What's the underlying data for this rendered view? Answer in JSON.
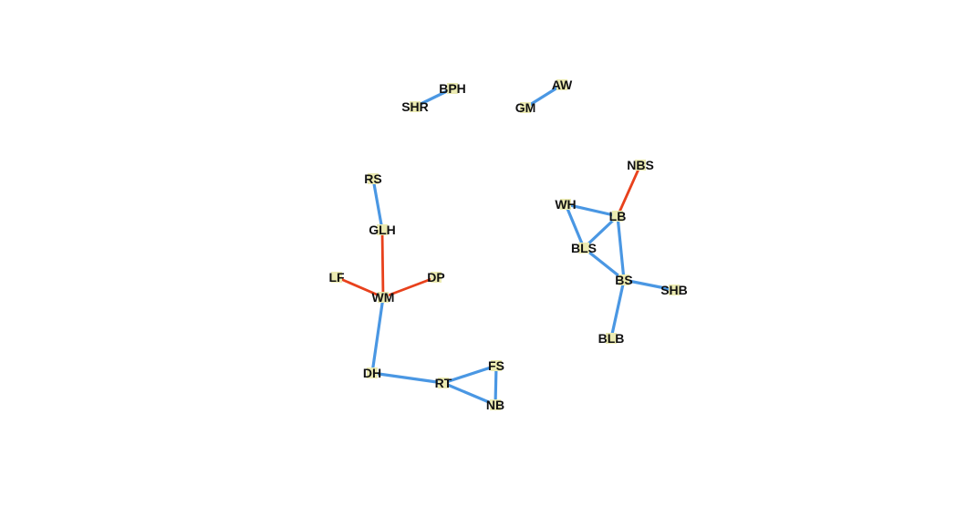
{
  "graph": {
    "colors": {
      "background": "#ffffff",
      "edge_blue": "#4a97e3",
      "edge_red": "#e8411c",
      "node_fill": "#ecebb2",
      "label": "#111111"
    },
    "nodes": [
      {
        "id": "BPH",
        "label": "BPH"
      },
      {
        "id": "SHR",
        "label": "SHR"
      },
      {
        "id": "AW",
        "label": "AW"
      },
      {
        "id": "GM",
        "label": "GM"
      },
      {
        "id": "NBS",
        "label": "NBS"
      },
      {
        "id": "RS",
        "label": "RS"
      },
      {
        "id": "WH",
        "label": "WH"
      },
      {
        "id": "LB",
        "label": "LB"
      },
      {
        "id": "GLH",
        "label": "GLH"
      },
      {
        "id": "BLS",
        "label": "BLS"
      },
      {
        "id": "LF",
        "label": "LF"
      },
      {
        "id": "DP",
        "label": "DP"
      },
      {
        "id": "BS",
        "label": "BS"
      },
      {
        "id": "SHB",
        "label": "SHB"
      },
      {
        "id": "WM",
        "label": "WM"
      },
      {
        "id": "BLB",
        "label": "BLB"
      },
      {
        "id": "FS",
        "label": "FS"
      },
      {
        "id": "DH",
        "label": "DH"
      },
      {
        "id": "RT",
        "label": "RT"
      },
      {
        "id": "NB",
        "label": "NB"
      }
    ],
    "edges": [
      {
        "source": "SHR",
        "target": "BPH",
        "color": "blue"
      },
      {
        "source": "GM",
        "target": "AW",
        "color": "blue"
      },
      {
        "source": "RS",
        "target": "GLH",
        "color": "blue"
      },
      {
        "source": "GLH",
        "target": "WM",
        "color": "red"
      },
      {
        "source": "LF",
        "target": "WM",
        "color": "red"
      },
      {
        "source": "DP",
        "target": "WM",
        "color": "red"
      },
      {
        "source": "WM",
        "target": "DH",
        "color": "blue"
      },
      {
        "source": "DH",
        "target": "RT",
        "color": "blue"
      },
      {
        "source": "RT",
        "target": "FS",
        "color": "blue"
      },
      {
        "source": "RT",
        "target": "NB",
        "color": "blue"
      },
      {
        "source": "FS",
        "target": "NB",
        "color": "blue"
      },
      {
        "source": "NBS",
        "target": "LB",
        "color": "red"
      },
      {
        "source": "WH",
        "target": "LB",
        "color": "blue"
      },
      {
        "source": "WH",
        "target": "BLS",
        "color": "blue"
      },
      {
        "source": "LB",
        "target": "BLS",
        "color": "blue"
      },
      {
        "source": "LB",
        "target": "BS",
        "color": "blue"
      },
      {
        "source": "BLS",
        "target": "BS",
        "color": "blue"
      },
      {
        "source": "BS",
        "target": "SHB",
        "color": "blue"
      },
      {
        "source": "BS",
        "target": "BLB",
        "color": "blue"
      }
    ]
  }
}
